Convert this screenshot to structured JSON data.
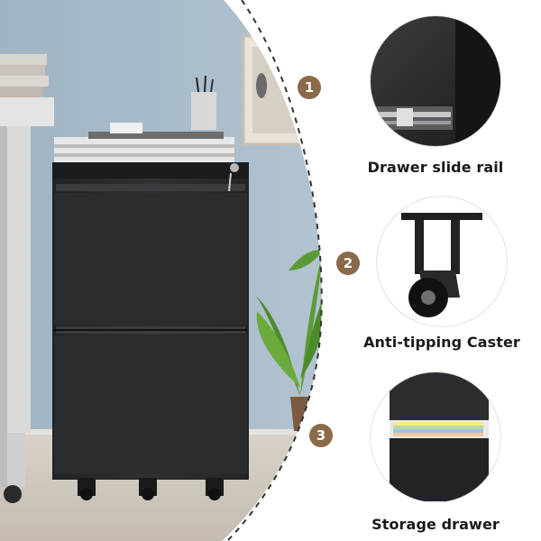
{
  "features": [
    {
      "step": "1",
      "label": "Drawer slide rail",
      "icon": "drawer-slide-rail-photo"
    },
    {
      "step": "2",
      "label": "Anti-tipping Caster",
      "icon": "caster-photo"
    },
    {
      "step": "3",
      "label": "Storage drawer",
      "icon": "storage-drawer-photo"
    }
  ],
  "colors": {
    "wall": "#a9bccb",
    "cabinet": "#2b2d30",
    "step_badge": "#8a6a4a",
    "label_text": "#1a1a1a"
  }
}
